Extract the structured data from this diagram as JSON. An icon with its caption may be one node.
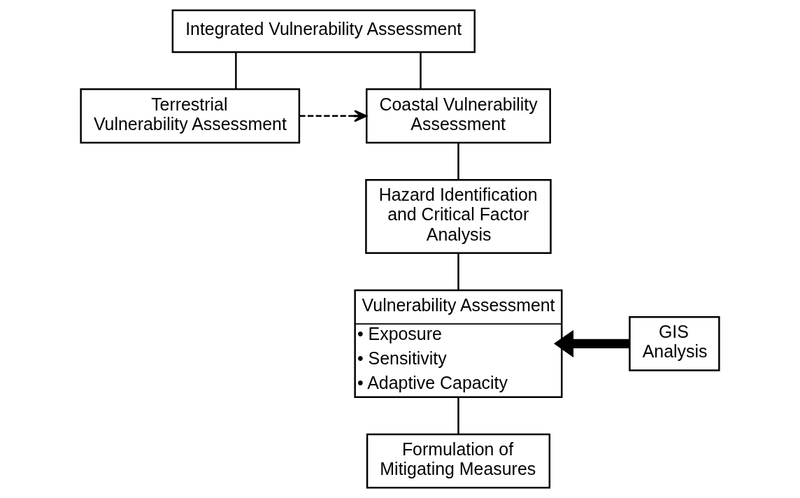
{
  "diagram": {
    "nodes": [
      {
        "text": [
          "Integrated Vulnerability Assessment"
        ]
      },
      {
        "text": [
          "Terrestrial Vulnerability Assessment"
        ]
      },
      {
        "text": [
          "Coastal Vulnerability Assessment"
        ]
      },
      {
        "text": [
          "Hazard Identification and Critical Factor Analysis"
        ]
      },
      {
        "text": [
          "Vulnerability Assessment",
          "• Exposure",
          "• Sensitivity",
          "• Adaptive Capacity"
        ]
      },
      {
        "text": [
          "Formulation of Mitigating Measures"
        ]
      },
      {
        "text": [
          "GIS Analysis"
        ]
      }
    ],
    "edges": [
      {
        "from": 0,
        "to": 1,
        "arrow": "none"
      },
      {
        "from": 0,
        "to": 2,
        "arrow": "none"
      },
      {
        "from": 1,
        "to": 2,
        "arrow": "to",
        "style": "dashed"
      },
      {
        "from": 2,
        "to": 3,
        "arrow": "none"
      },
      {
        "from": 3,
        "to": 4,
        "arrow": "none"
      },
      {
        "from": 4,
        "to": 5,
        "arrow": "none"
      },
      {
        "from": 6,
        "to": 4,
        "arrow": "to",
        "style": "thick"
      }
    ]
  }
}
